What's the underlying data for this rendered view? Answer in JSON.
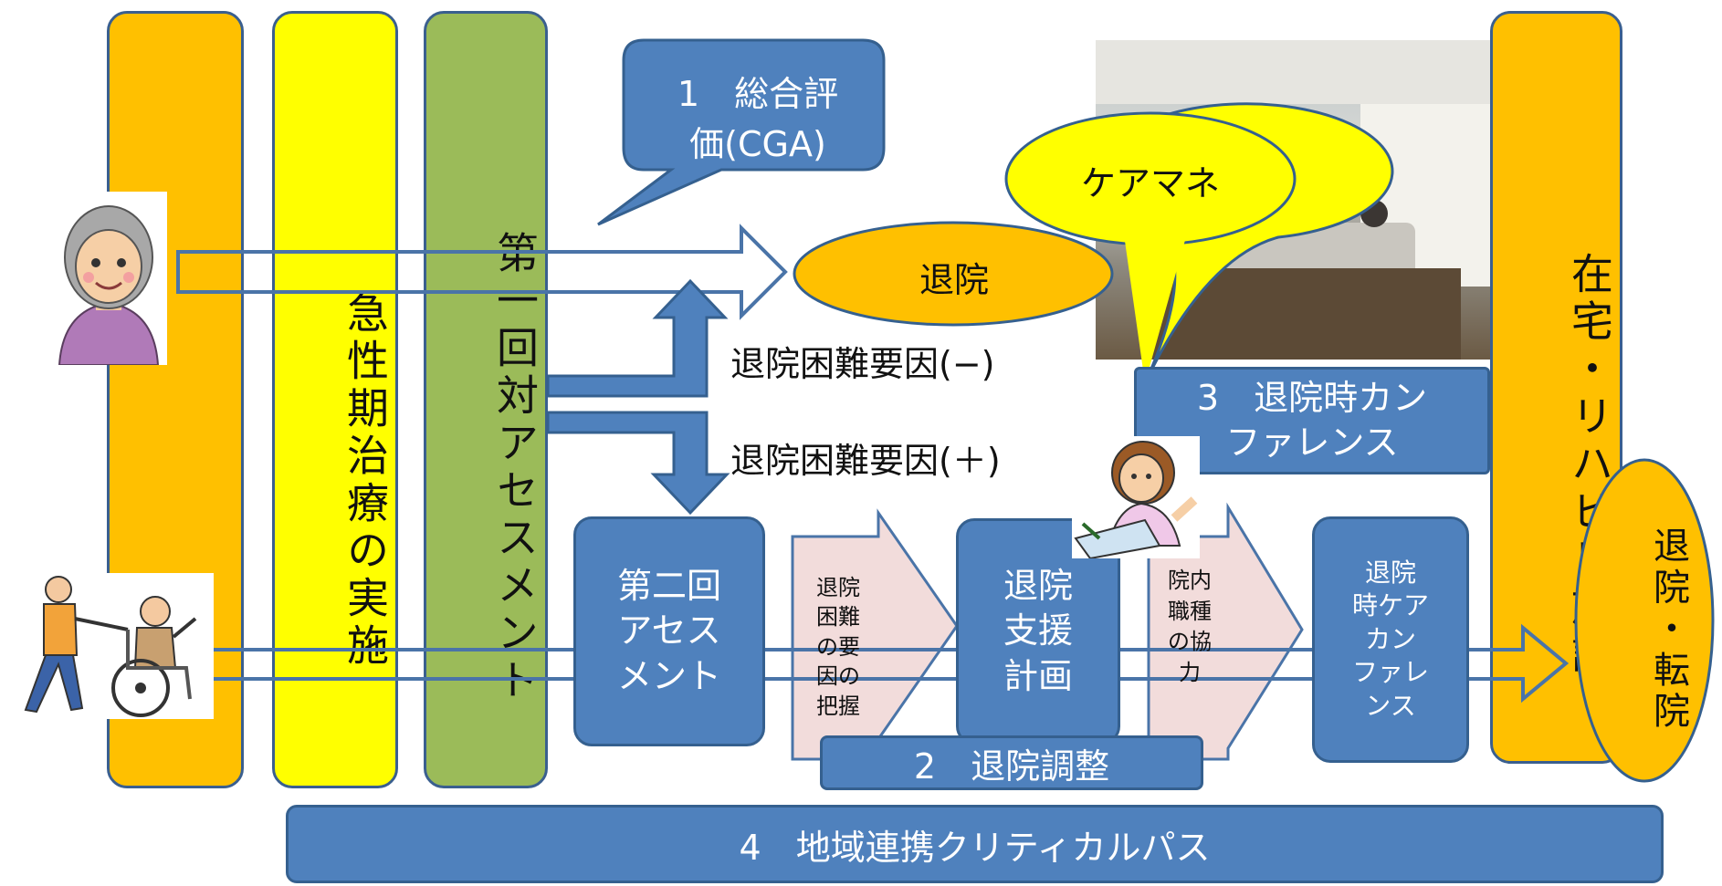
{
  "columns": {
    "acute_label": "急性期治療の実施",
    "first_assessment_label": "第一回対アセスメント",
    "home_rehab_label": "在宅・リハビリ施設",
    "discharge_transfer_label": "退院・転院"
  },
  "callouts": {
    "cga": "1　総合評\n価(CGA)",
    "care_manager": "ケアマネ"
  },
  "nodes": {
    "discharge": "退院",
    "difficulty_neg": "退院困難要因(−)",
    "difficulty_pos": "退院困難要因(＋)",
    "second_assessment": "第二回\nアセス\nメント",
    "grasp_factors": "退院\n困難\nの要\n因の\n把握",
    "support_plan": "退院\n支援\n計画",
    "cooperation": "院内\n職種\nの協\n力",
    "care_conference": "退院\n時ケア\nカン\nファレ\nンス",
    "discharge_conference": "3　退院時カン\nファレンス",
    "discharge_coordination": "2　退院調整",
    "regional_pathway": "4　地域連携クリティカルパス"
  },
  "colors": {
    "orange": "#ffc000",
    "yellow": "#ffff00",
    "green": "#9bbb59",
    "blue": "#4f81bd",
    "pink": "#f2dcdb"
  },
  "icons": [
    "elderly-woman-icon",
    "wheelchair-caregiver-icon",
    "nurse-writing-icon",
    "conference-photo"
  ]
}
